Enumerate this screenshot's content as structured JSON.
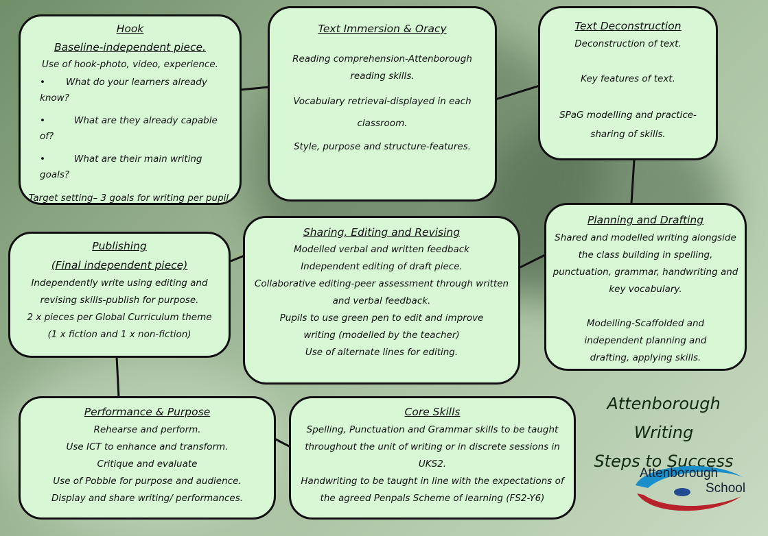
{
  "hook": {
    "title": "Hook",
    "subtitle": "Baseline-independent piece.",
    "intro": "Use of hook-photo, video, experience.",
    "bullets": [
      "What do your learners already know?",
      "What are they already capable of?",
      "What are their main writing goals?"
    ],
    "footer": "Target setting– 3 goals for writing per pupil."
  },
  "immersion": {
    "title": "Text Immersion & Oracy",
    "lines": [
      "Reading comprehension-Attenborough reading skills.",
      "Vocabulary retrieval-displayed in each classroom.",
      "Style, purpose and structure-features."
    ]
  },
  "deconstruction": {
    "title": "Text Deconstruction",
    "lines": [
      "Deconstruction of text.",
      "Key features of text.",
      "SPaG modelling and practice-sharing of skills."
    ]
  },
  "planning": {
    "title": "Planning and Drafting",
    "para1": "Shared and modelled writing alongside the class building in spelling, punctuation, grammar, handwriting and key vocabulary.",
    "para2": "Modelling-Scaffolded and independent planning and drafting, applying skills."
  },
  "sharing": {
    "title": "Sharing, Editing and Revising",
    "lines": [
      "Modelled verbal and written feedback",
      "Independent editing of draft piece.",
      "Collaborative editing-peer assessment through written and verbal feedback.",
      "Pupils to use green pen to edit and improve writing (modelled by the teacher)",
      "Use of alternate lines for editing."
    ]
  },
  "publishing": {
    "title": "Publishing",
    "subtitle": "(Final independent piece)",
    "lines": [
      "Independently write using editing and revising skills-publish for purpose.",
      "2 x pieces per Global Curriculum theme",
      "(1 x fiction and 1 x non-fiction)"
    ]
  },
  "performance": {
    "title": "Performance & Purpose",
    "lines": [
      "Rehearse and perform.",
      "Use ICT to enhance and transform.",
      "Critique and evaluate",
      "Use of Pobble for purpose and audience.",
      "Display and share writing/ performances."
    ]
  },
  "core": {
    "title": "Core Skills",
    "lines": [
      "Spelling, Punctuation and Grammar skills to be taught throughout the unit of writing or in discrete sessions in UKS2.",
      "Handwriting to be taught in line with the expectations of the agreed Penpals Scheme of learning (FS2-Y6)"
    ]
  },
  "heading": {
    "line1": "Attenborough Writing",
    "line2": "Steps to Success"
  },
  "logo": {
    "line1": "Attenborough",
    "line2": "School"
  },
  "colors": {
    "box_fill": "#d7f7d5",
    "border": "#111111",
    "logo_blue": "#1a8fc9",
    "logo_red": "#b8232b"
  }
}
